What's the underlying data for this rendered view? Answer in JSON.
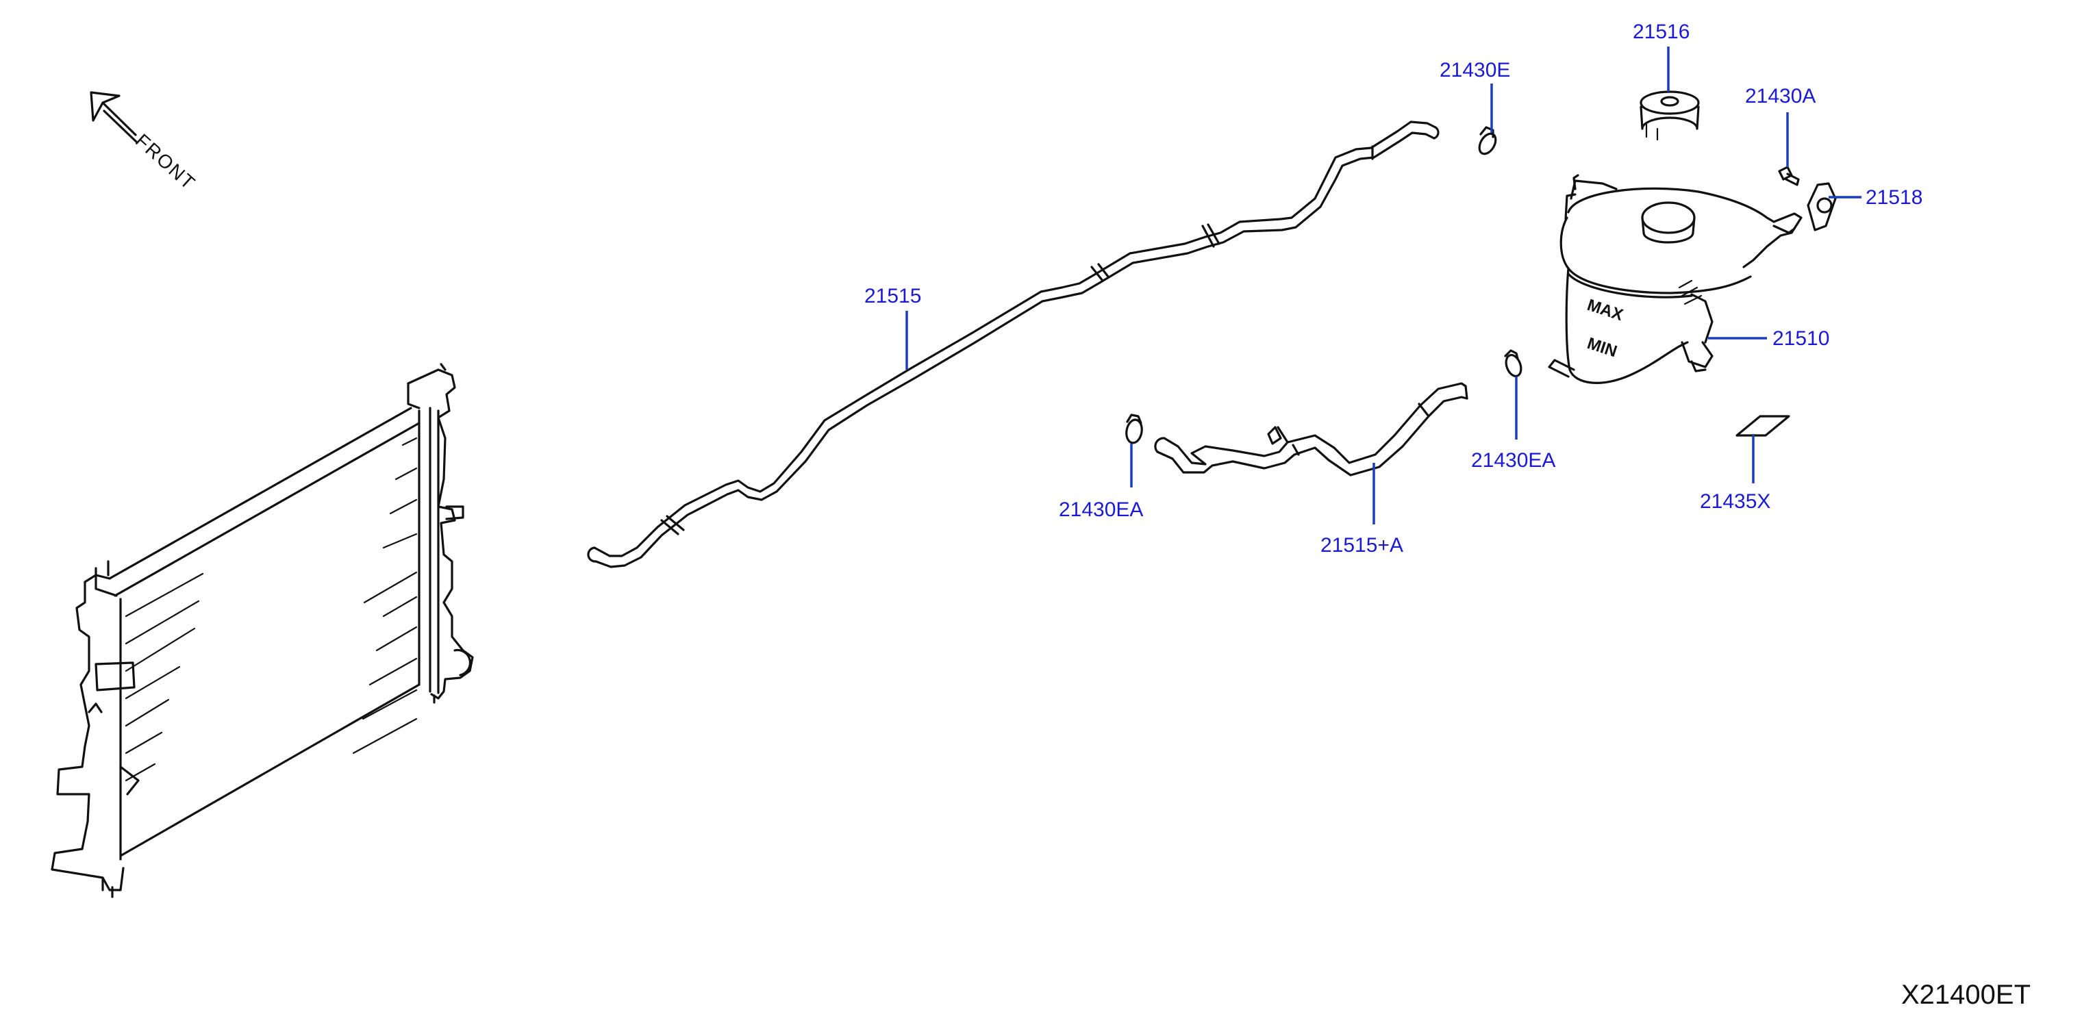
{
  "diagram": {
    "front_indicator": "FRONT",
    "diagram_code": "X21400ET",
    "accent_color": "#1a1ad6",
    "line_color": "#111111"
  },
  "labels": [
    {
      "id": "l-21516",
      "text": "21516"
    },
    {
      "id": "l-21430E",
      "text": "21430E"
    },
    {
      "id": "l-21430A",
      "text": "21430A"
    },
    {
      "id": "l-21518",
      "text": "21518"
    },
    {
      "id": "l-21515",
      "text": "21515"
    },
    {
      "id": "l-21510",
      "text": "21510"
    },
    {
      "id": "l-21430EA-right",
      "text": "21430EA"
    },
    {
      "id": "l-21430EA-left",
      "text": "21430EA"
    },
    {
      "id": "l-21515A",
      "text": "21515+A"
    },
    {
      "id": "l-21435X",
      "text": "21435X"
    }
  ],
  "tank_markings": {
    "max": "MAX",
    "min": "MIN"
  }
}
